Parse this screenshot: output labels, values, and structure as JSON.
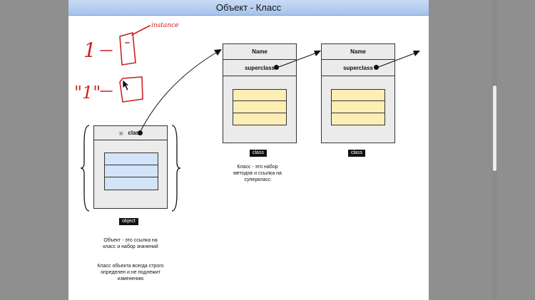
{
  "title": "Объект - Класс",
  "diagram": {
    "class_boxes": [
      {
        "header": "Name",
        "field": "superclass",
        "tag": "class"
      },
      {
        "header": "Name",
        "field": "superclass",
        "tag": "class"
      }
    ],
    "object_box": {
      "field": "class",
      "tag": "object"
    },
    "class_caption": "Класс - это набор методов и ссылка на суперкласс",
    "object_caption_1": "Объект - это ссылка на класс и набор значений",
    "object_caption_2": "Класс объекта всегда строго определен и не подлежит изменению",
    "handwriting": {
      "number_1": "1",
      "number_2": "\"1\"",
      "label": "instance"
    }
  },
  "colors": {
    "methods_fill": "#fdeeb5",
    "values_fill": "#d3e3f9",
    "handwriting": "#cc2222"
  }
}
